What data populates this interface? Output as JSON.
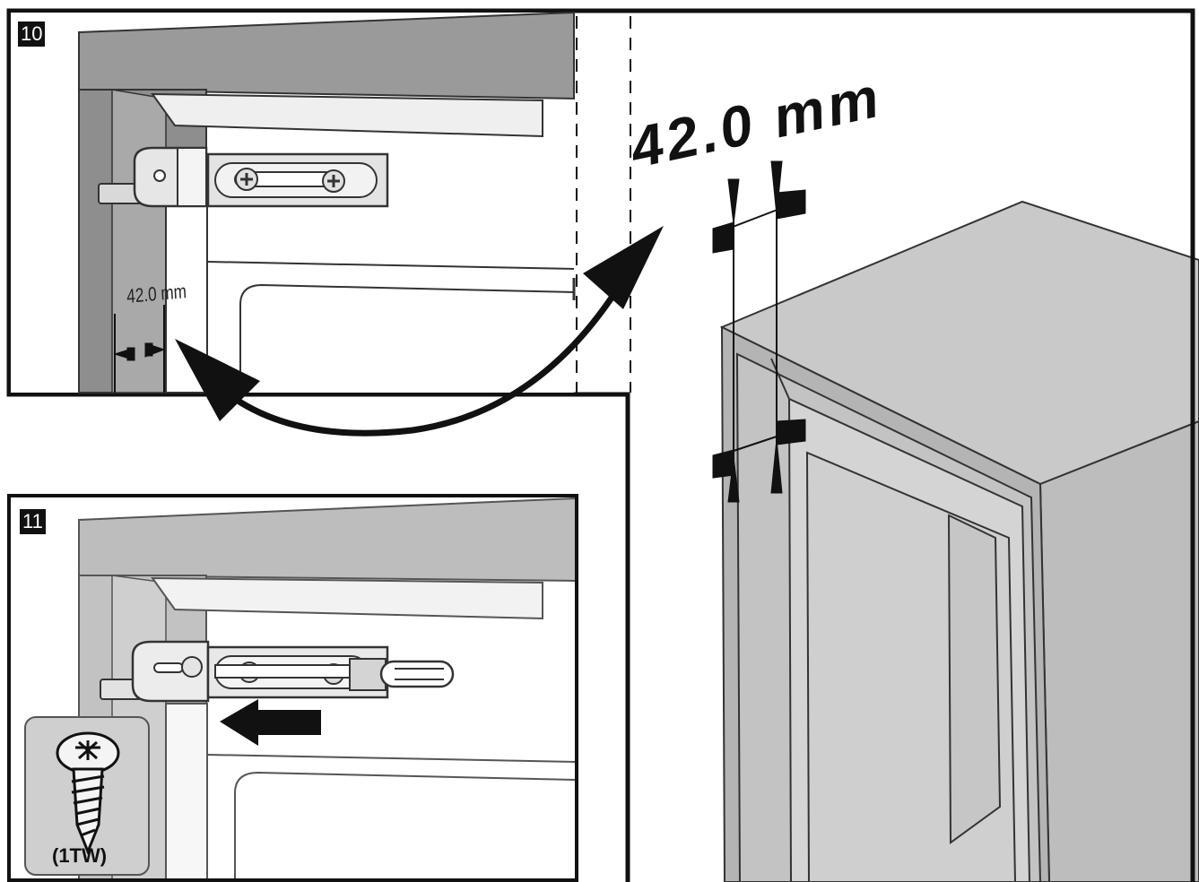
{
  "steps": {
    "step_a": "10",
    "step_b": "11"
  },
  "dimension": {
    "large": "42.0 mm",
    "small": "42.0 mm"
  },
  "hardware": {
    "screw_code": "(1TW)"
  },
  "colors": {
    "outline": "#111111",
    "cabinet_gray": "#a8a8a8",
    "dark_gray": "#8c8c8c",
    "light_gray": "#cfcfcf",
    "pale_gray": "#e9e9e9"
  }
}
